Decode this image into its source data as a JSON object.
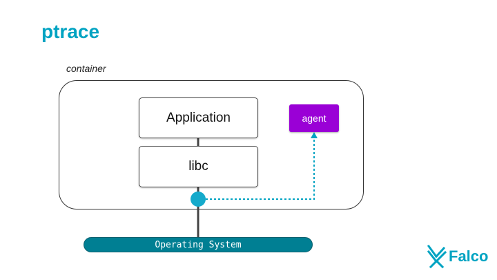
{
  "slide": {
    "title": "ptrace",
    "container_label": "container"
  },
  "diagram": {
    "application_label": "Application",
    "libc_label": "libc",
    "agent_label": "agent",
    "os_label": "Operating System"
  },
  "brand": {
    "name": "Falco",
    "color": "#00a3c2"
  },
  "colors": {
    "agent": "#9a00d6",
    "os_bar": "#007f93",
    "accent": "#00a3c2"
  }
}
